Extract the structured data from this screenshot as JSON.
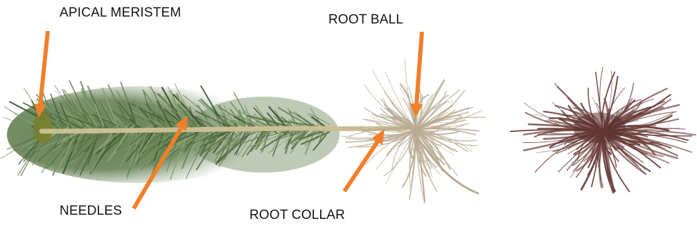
{
  "labels": {
    "apical_meristem": "APICAL MERISTEM",
    "root_ball": "ROOT BALL",
    "needles": "NEEDLES",
    "root_collar": "ROOT COLLAR"
  },
  "colors": {
    "arrow": "#f07f2a",
    "needle_dark": "#3f5a31",
    "needle_mid": "#5f7a4c",
    "needle_light": "#8ea37a",
    "stem": "#c7bd92",
    "root_pale": "#b9ab93",
    "root_brown": "#6b3f3a"
  }
}
